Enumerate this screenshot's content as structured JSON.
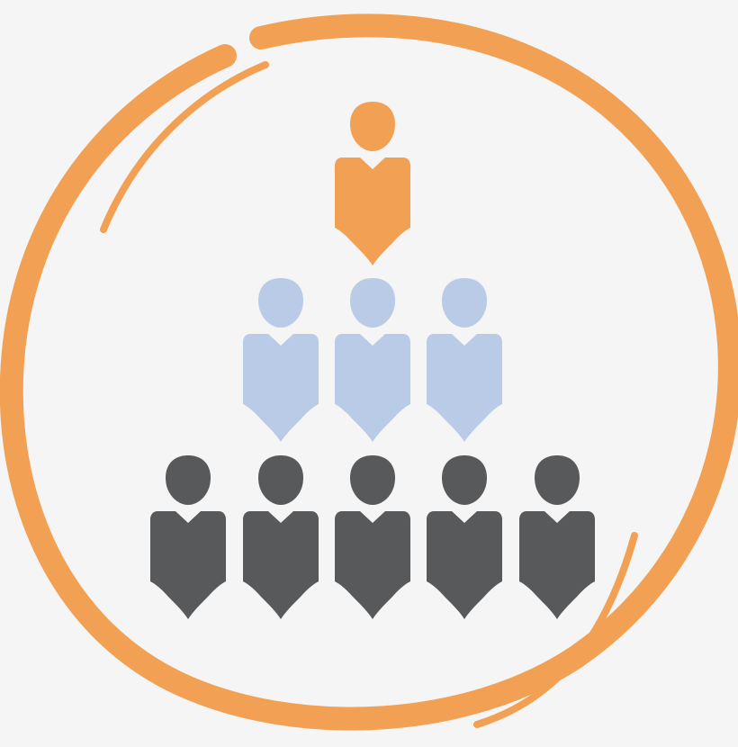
{
  "colors": {
    "background": "#f5f5f5",
    "ring": "#f2a154",
    "leader": "#f2a154",
    "middle_tier": "#bacbe8",
    "bottom_tier": "#58595b"
  },
  "icon": "team-hierarchy-icon",
  "tiers": [
    {
      "name": "leader",
      "count": 1,
      "color_key": "leader"
    },
    {
      "name": "middle",
      "count": 3,
      "color_key": "middle_tier"
    },
    {
      "name": "bottom",
      "count": 5,
      "color_key": "bottom_tier"
    }
  ]
}
